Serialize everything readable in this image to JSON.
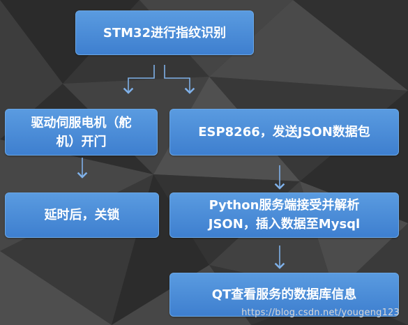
{
  "diagram": {
    "nodes": {
      "stm32": "STM32进行指纹识别",
      "servo_line1": "驱动伺服电机（舵",
      "servo_line2": "机）开门",
      "esp": "ESP8266，发送JSON数据包",
      "delay": "延时后，关锁",
      "python_line1": "Python服务端接受并解析",
      "python_line2": "JSON，插入数据至Mysql",
      "qt": "QT查看服务的数据库信息"
    },
    "edges": [
      {
        "from": "stm32",
        "to": "servo"
      },
      {
        "from": "stm32",
        "to": "esp"
      },
      {
        "from": "servo",
        "to": "delay"
      },
      {
        "from": "esp",
        "to": "python"
      },
      {
        "from": "python",
        "to": "qt"
      }
    ]
  },
  "watermark": "https://blog.csdn.net/yougeng123",
  "colors": {
    "node_fill": "#4a8ad8",
    "node_border": "#6aa7e6",
    "node_text": "#ffffff",
    "connector": "#7fb0e8",
    "background": "#3a3a3a"
  }
}
